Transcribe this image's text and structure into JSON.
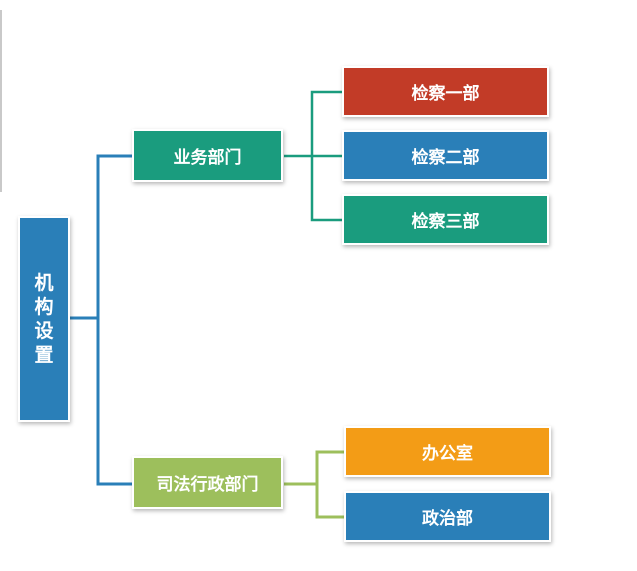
{
  "diagram": {
    "type": "org-tree",
    "root": {
      "label": "机构设置",
      "chars": [
        "机",
        "构",
        "设",
        "置"
      ],
      "color": "#2a7fb8"
    },
    "branches": [
      {
        "label": "业务部门",
        "color": "#1a9c7e",
        "line_color": "#1a9c7e",
        "children": [
          {
            "label": "检察一部",
            "color": "#c23b27"
          },
          {
            "label": "检察二部",
            "color": "#2a7fb8"
          },
          {
            "label": "检察三部",
            "color": "#1a9c7e"
          }
        ]
      },
      {
        "label": "司法行政部门",
        "color": "#9dbf5c",
        "line_color": "#9dbf5c",
        "children": [
          {
            "label": "办公室",
            "color": "#f39c16"
          },
          {
            "label": "政治部",
            "color": "#2a7fb8"
          }
        ]
      }
    ],
    "trunk_color": "#2a7fb8"
  }
}
